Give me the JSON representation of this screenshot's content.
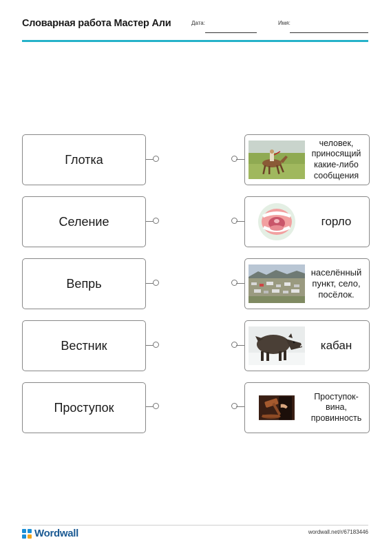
{
  "header": {
    "title": "Словарная работа Мастер Али",
    "date_label": "Дата:",
    "name_label": "Имя:"
  },
  "left_items": [
    {
      "label": "Глотка"
    },
    {
      "label": "Селение"
    },
    {
      "label": "Вепрь"
    },
    {
      "label": "Вестник"
    },
    {
      "label": "Проступок"
    }
  ],
  "right_items": [
    {
      "text": "человек, приносящий какие-либо сообщения",
      "image": "horse-rider-image"
    },
    {
      "text": "горло",
      "image": "open-mouth-throat-image"
    },
    {
      "text": "населённый пункт, село, посёлок.",
      "image": "village-image"
    },
    {
      "text": "кабан",
      "image": "wild-boar-image"
    },
    {
      "text": "Проступок- вина, провинность",
      "image": "judge-gavel-image"
    }
  ],
  "footer": {
    "brand": "Wordwall",
    "url": "wordwall.net/r/67183446"
  },
  "colors": {
    "accent_rule": "#25b2c9",
    "brand_blue": "#1b5a93",
    "border": "#888888"
  }
}
